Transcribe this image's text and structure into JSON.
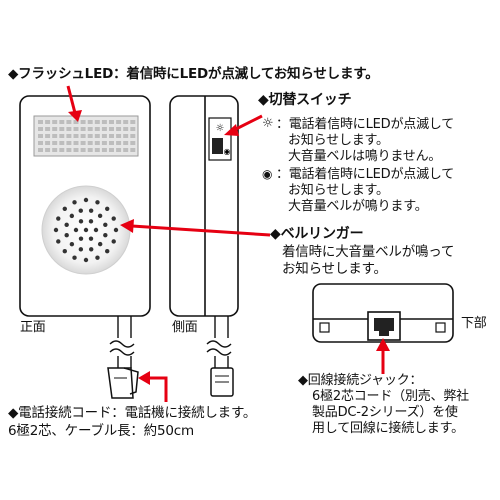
{
  "flash": {
    "label": "◆フラッシュLED：着信時にLEDが点滅してお知らせします。"
  },
  "switch": {
    "title": "◆切替スイッチ",
    "flash_mode": {
      "icon": "flash-icon",
      "lines": [
        "：電話着信時にLEDが点滅して",
        "お知らせします。",
        "大音量ベルは鳴りません。"
      ]
    },
    "bell_mode": {
      "icon": "sound-icon",
      "lines": [
        "：電話着信時にLEDが点滅して",
        "お知らせします。",
        "大音量ベルが鳴ります。"
      ]
    }
  },
  "bell": {
    "title": "◆ベルリンガー",
    "lines": [
      "着信時に大音量ベルが鳴って",
      "お知らせします。"
    ]
  },
  "views": {
    "front": "正面",
    "side": "側面",
    "bottom": "下部"
  },
  "jack": {
    "lines": [
      "◆回線接続ジャック：",
      "6極2芯コード（別売、弊社",
      "製品DC-2シリーズ）を使",
      "用して回線に接続します。"
    ]
  },
  "cord": {
    "lines": [
      "◆電話接続コード：電話機に接続します。",
      "6極2芯、ケーブル長：約50cm"
    ]
  },
  "colors": {
    "arrow": "#e60012",
    "outline": "#111111",
    "panel": "#ffffff"
  }
}
